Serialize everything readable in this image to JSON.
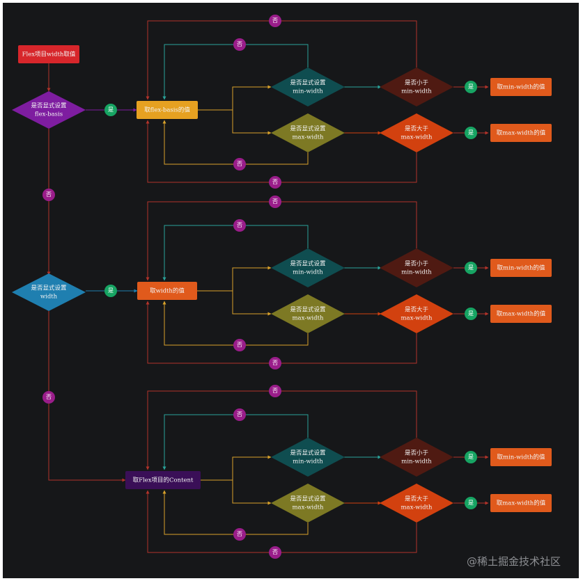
{
  "colors": {
    "background": "#161719",
    "red": "#d7262b",
    "purple": "#7e1da0",
    "blue": "#1f7fb0",
    "gold": "#e6a121",
    "orange": "#e05a1c",
    "dark_purple": "#3a0f57",
    "teal": "#0f4d50",
    "olive": "#7d7924",
    "dark_red": "#4f1a12",
    "orange_red": "#d2410f",
    "yes_badge": "#17a463",
    "no_badge": "#9a1d8a",
    "teal_line": "#2aa39a",
    "gold_line": "#d9a22a",
    "red_line": "#b3332a"
  },
  "diagram": {
    "start": "Flex项目width取值",
    "yes": "是",
    "no": "否",
    "decisions": {
      "basis": [
        "是否显式设置",
        "flex-basis"
      ],
      "width": [
        "是否显式设置",
        "width"
      ]
    },
    "rows": [
      {
        "value": "取flex-basis的值"
      },
      {
        "value": "取width的值"
      },
      {
        "value": "取Flex项目的Content"
      }
    ],
    "check_min": [
      "是否显式设置",
      "min-width"
    ],
    "check_max": [
      "是否显式设置",
      "max-width"
    ],
    "less_than": [
      "是否小于",
      "min-width"
    ],
    "greater_than": [
      "是否大于",
      "max-width"
    ],
    "take_min": "取min-width的值",
    "take_max": "取max-width的值"
  },
  "watermark": "@稀土掘金技术社区"
}
